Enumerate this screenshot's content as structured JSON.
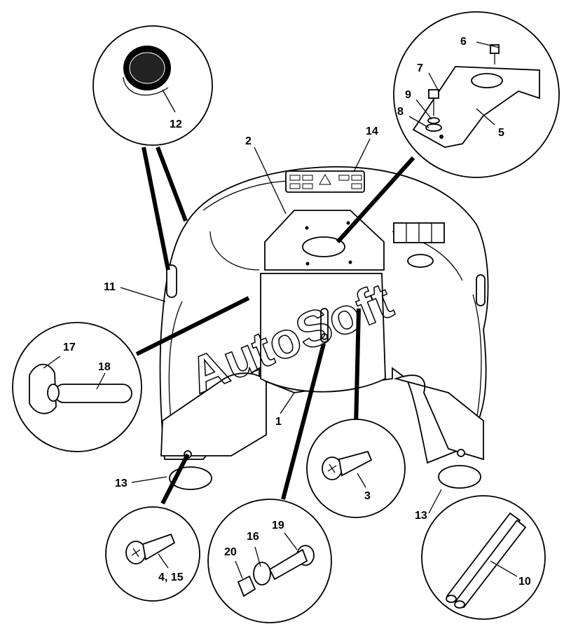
{
  "watermark": "AutoSoft",
  "callouts": {
    "c1": "1",
    "c2": "2",
    "c3": "3",
    "c4_15": "4, 15",
    "c5": "5",
    "c6": "6",
    "c7": "7",
    "c8": "8",
    "c9": "9",
    "c10": "10",
    "c11": "11",
    "c12": "12",
    "c13_left": "13",
    "c13_right": "13",
    "c14": "14",
    "c16": "16",
    "c17": "17",
    "c18": "18",
    "c19": "19",
    "c20": "20"
  },
  "icons": [
    "seat-icon",
    "lock-icon",
    "warning-icon",
    "fuel-icon",
    "battery-icon",
    "blade-icon",
    "speed-icon",
    "parking-icon"
  ]
}
